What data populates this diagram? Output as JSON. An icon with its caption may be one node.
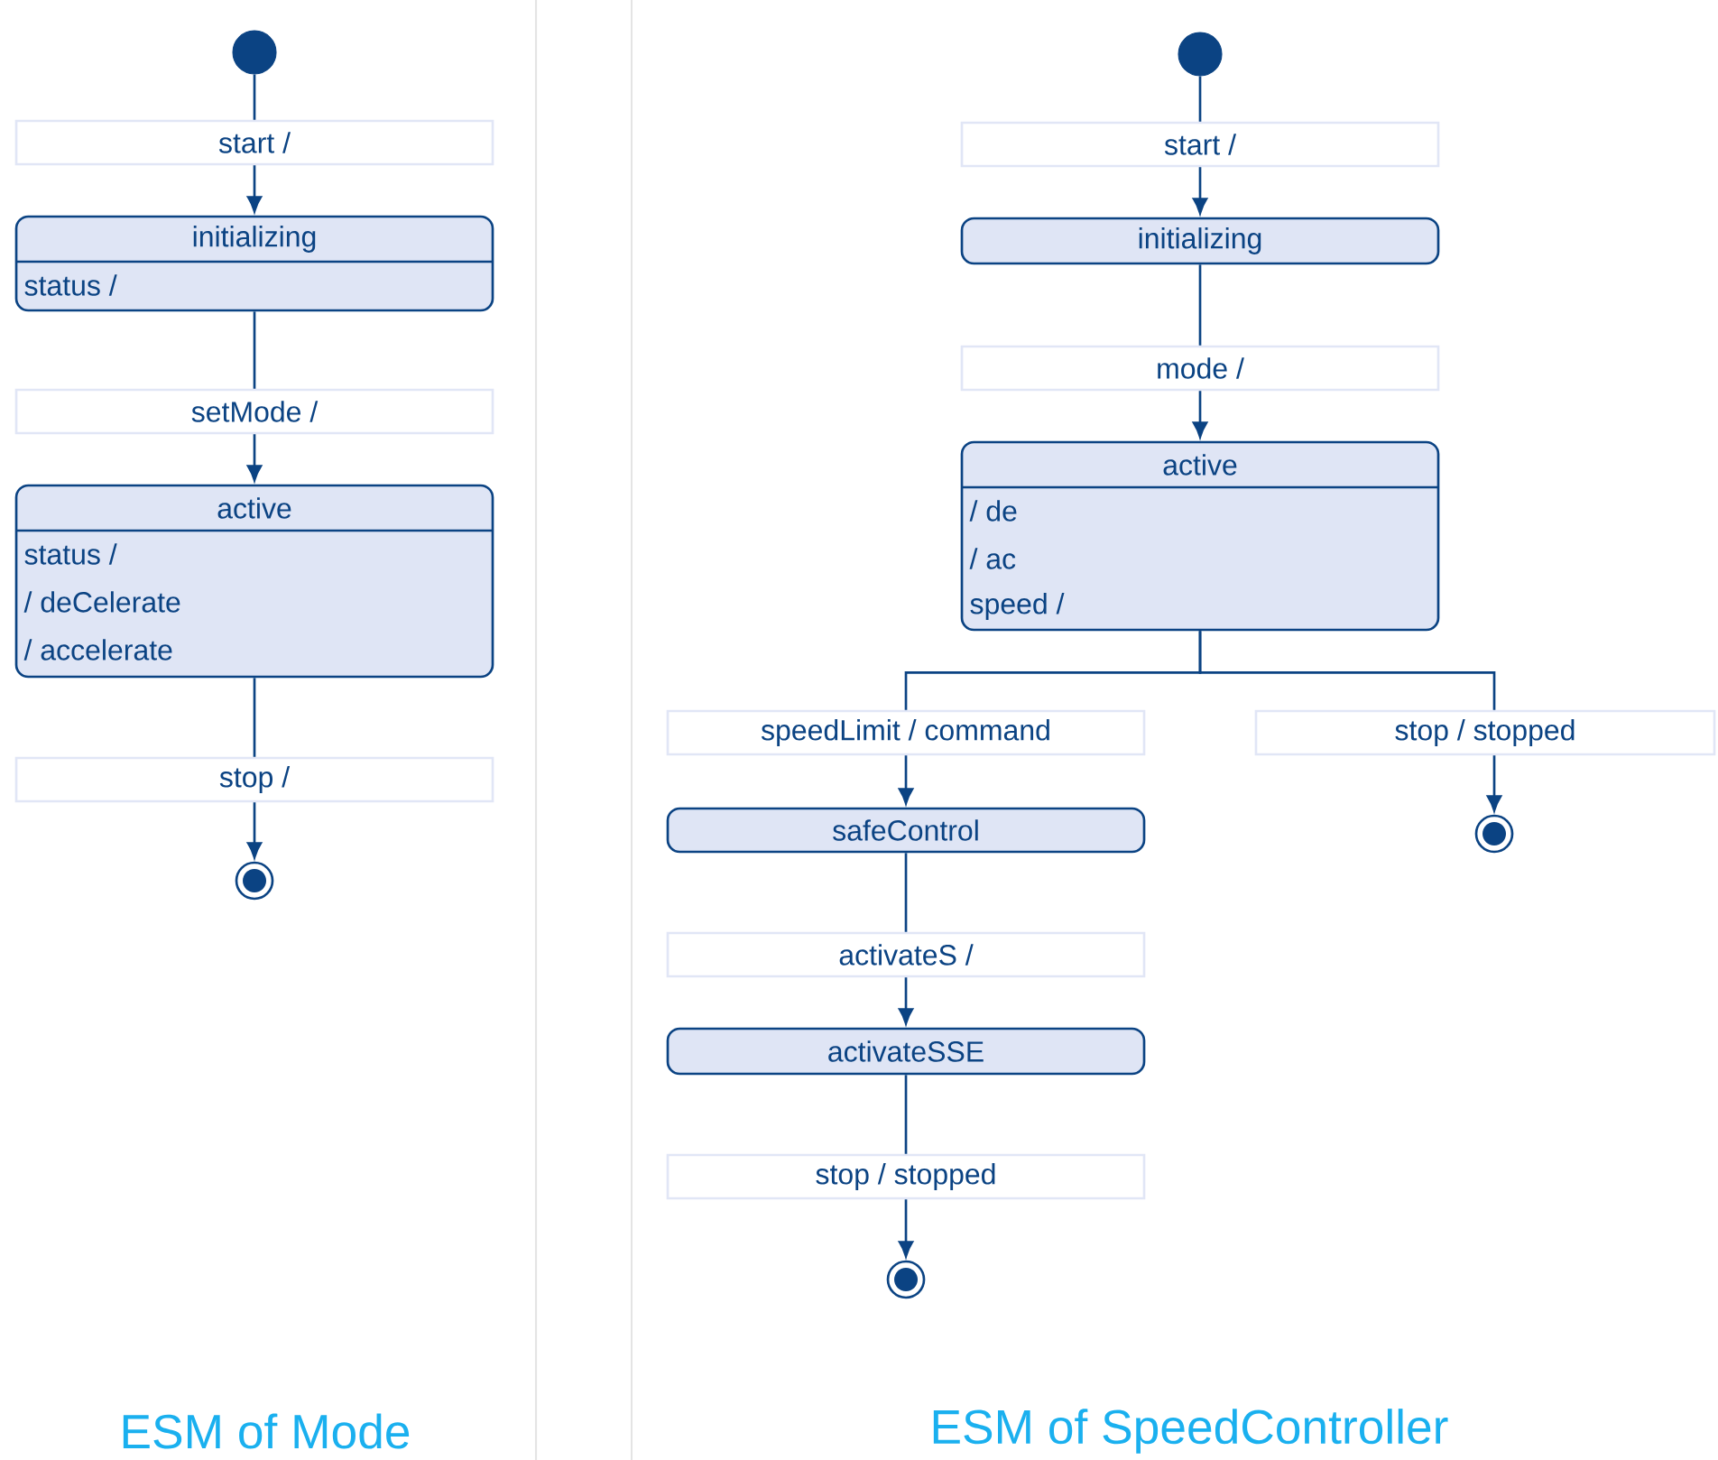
{
  "diagram": {
    "nodes": [
      {
        "text": [],
        "shape": "circle"
      },
      {
        "text": [
          "initializing",
          "status /"
        ]
      },
      {
        "text": [
          "active",
          "status /",
          "/ deCelerate",
          "/ accelerate"
        ]
      },
      {
        "text": [],
        "shape": "circle"
      },
      {
        "text": [],
        "shape": "circle"
      },
      {
        "text": [
          "initializing"
        ]
      },
      {
        "text": [
          "active",
          "/ de",
          "/ ac",
          "speed /"
        ]
      },
      {
        "text": [
          "safeControl"
        ]
      },
      {
        "text": [],
        "shape": "circle"
      },
      {
        "text": [
          "activateSSE"
        ]
      },
      {
        "text": [],
        "shape": "circle"
      }
    ],
    "edges": [
      {
        "from": 0,
        "to": 1,
        "arrow": "to",
        "label": "start /"
      },
      {
        "from": 1,
        "to": 2,
        "arrow": "to",
        "label": "setMode /"
      },
      {
        "from": 2,
        "to": 3,
        "arrow": "to",
        "label": "stop /"
      },
      {
        "from": 4,
        "to": 5,
        "arrow": "to",
        "label": "start /"
      },
      {
        "from": 5,
        "to": 6,
        "arrow": "to",
        "label": "mode /"
      },
      {
        "from": 6,
        "to": 7,
        "arrow": "to",
        "label": "speedLimit / command"
      },
      {
        "from": 6,
        "to": 8,
        "arrow": "to",
        "label": "stop / stopped"
      },
      {
        "from": 7,
        "to": 9,
        "arrow": "to",
        "label": "activateS /"
      },
      {
        "from": 9,
        "to": 10,
        "arrow": "to",
        "label": "stop / stopped"
      }
    ],
    "labels": [
      "ESM of Mode",
      "ESM of SpeedController"
    ]
  }
}
